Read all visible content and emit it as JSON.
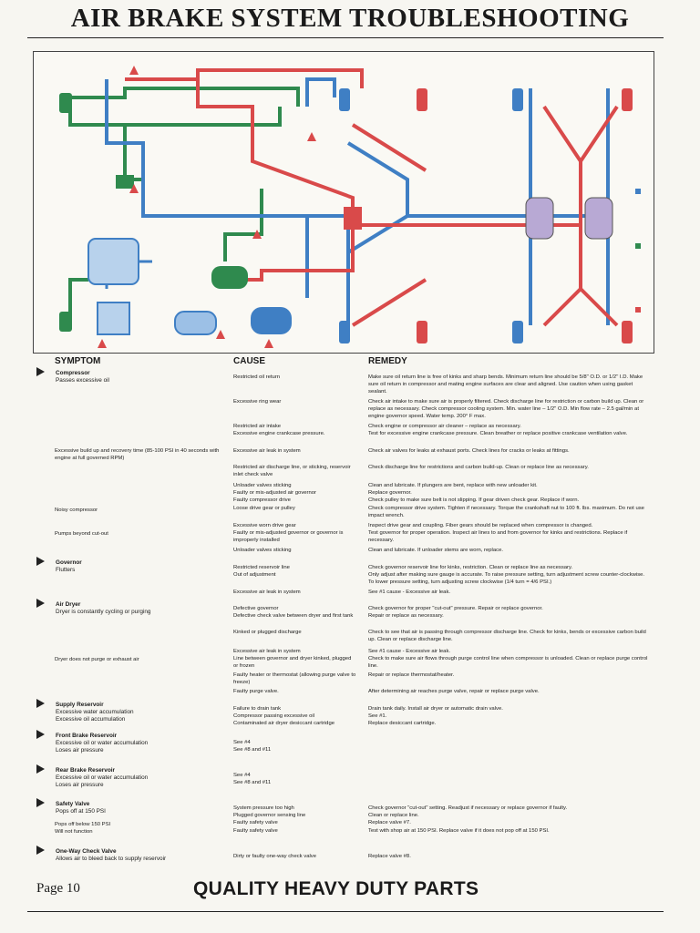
{
  "title": "AIR BRAKE SYSTEM TROUBLESHOOTING",
  "columns": {
    "symptom": "SYMPTOM",
    "cause": "CAUSE",
    "remedy": "REMEDY"
  },
  "rows": {
    "compressor_head": "Compressor",
    "compressor_sub": "Passes excessive oil",
    "c1": "Restricted oil return",
    "r1": "Make sure oil return line is free of kinks and sharp bends. Minimum return line should be 5/8\" O.D. or 1/2\" I.D. Make sure oil return in compressor and mating engine surfaces are clear and aligned. Use caution when using gasket sealant.",
    "c2": "Excessive ring wear",
    "r2": "Check air intake to make sure air is properly filtered. Check discharge line for restriction or carbon build up. Clean or replace as necessary. Check compressor cooling system. Min. water line – 1/2\" O.D. Min flow rate – 2.5 gal/min at engine governor speed. Water temp. 200° F max.",
    "c3": "Restricted air intake",
    "r3": "Check engine or compressor air cleaner – replace as necessary.",
    "c4": "Excessive engine crankcase pressure.",
    "r4": "Test for excessive engine crankcase pressure. Clean breather or replace positive crankcase ventilation valve.",
    "s5": "Excessive build up and recovery time (85-100 PSI in 40 seconds with engine at full governed RPM)",
    "c5": "Excessive air leak in system",
    "r5": "Check air valves for leaks at exhaust ports. Check lines for cracks or leaks at fittings.",
    "c6": "Restricted air discharge line, or sticking, reservoir inlet check valve",
    "r6": "Check discharge line for restrictions and carbon build-up. Clean or replace line as necessary.",
    "c7": "Unloader valves sticking",
    "r7": "Clean and lubricate. If plungers are bent, replace with new unloader kit.",
    "c8": "Faulty or mis-adjusted air governor",
    "r8": "Replace governor.",
    "c9": "Faulty compressor drive",
    "r9": "Check pulley to make sure belt is not slipping. If gear driven check gear. Replace if worn.",
    "s10": "Noisy compressor",
    "c10": "Loose drive gear or pulley",
    "r10": "Check compressor drive system. Tighten if necessary. Torque the crankshaft nut to 100 ft. lbs. maximum. Do not use impact wrench.",
    "c11": "Excessive worn drive gear",
    "r11": "Inspect drive gear and coupling. Fiber gears should be replaced when compressor is changed.",
    "s12": "Pumps beyond cut-out",
    "c12": "Faulty or mis-adjusted governor or governor is improperly installed",
    "r12": "Test governor for proper operation. Inspect air lines to and from governor for kinks and restrictions. Replace if necessary.",
    "c13": "Unloader valves sticking",
    "r13": "Clean and lubricate. If unloader stems are worn, replace.",
    "governor_head": "Governor",
    "governor_sub": "Flutters",
    "c14": "Restricted reservoir line",
    "r14": "Check governor reservoir line for kinks, restriction. Clean or replace line as necessary.",
    "c15": "Out of adjustment",
    "r15": "Only adjust after making sure gauge is accurate. To raise pressure setting, turn adjustment screw counter-clockwise. To lower pressure setting, turn adjusting screw clockwise (1/4 turn = 4/6 PSI.)",
    "c16": "Excessive air leak in system",
    "r16": "See #1 cause - Excessive air leak.",
    "dryer_head": "Air Dryer",
    "dryer_sub": "Dryer is constantly cycling or purging",
    "c17": "Defective governor",
    "r17": "Check governor for proper \"cut-out\" pressure. Repair or replace governor.",
    "c18": "Defective check valve between dryer and first tank",
    "r18": "Repair or replace as necessary.",
    "c19": "Kinked or plugged discharge",
    "r19": "Check to see that air is passing through compressor discharge line. Check for kinks, bends or excessive carbon build up. Clean or replace discharge line.",
    "c20": "Excessive air leak in system",
    "r20": "See #1 cause - Excessive air leak.",
    "s21": "Dryer does not purge or exhaust air",
    "c21": "Line between governor and dryer kinked, plugged or frozen",
    "r21": "Check to make sure air flows through purge control line when compressor is unloaded. Clean or replace purge control line.",
    "c22": "Faulty heater or thermostat (allowing purge valve to freeze)",
    "r22": "Repair or replace thermostat/heater.",
    "c23": "Faulty purge valve.",
    "r23": "After determining air reaches purge valve, repair or replace purge valve.",
    "supply_head": "Supply Reservoir",
    "supply_sub1": "Excessive water accumulation",
    "supply_sub2": "Excessive oil accumulation",
    "c24": "Failure to drain tank",
    "r24": "Drain tank daily. Install air dryer or automatic drain valve.",
    "c25": "Compressor passing excessive oil",
    "r25": "See #1.",
    "c26": "Contaminated air dryer desiccant cartridge",
    "r26": "Replace desiccant cartridge.",
    "front_head": "Front Brake Reservoir",
    "front_sub1": "Excessive oil or water accumulation",
    "front_sub2": "Loses air pressure",
    "c27": "See #4",
    "c28": "See #8 and #11",
    "rear_head": "Rear Brake Reservoir",
    "rear_sub1": "Excessive oil or water accumulation",
    "rear_sub2": "Loses air pressure",
    "c29": "See #4",
    "c30": "See #8 and #11",
    "safety_head": "Safety Valve",
    "safety_sub": "Pops off at 150 PSI",
    "c31": "System pressure too high",
    "r31": "Check governor \"cut-out\" setting. Readjust if necessary or replace governor if faulty.",
    "c32": "Plugged governor sensing line",
    "r32": "Clean or replace line.",
    "c33": "Faulty safety valve",
    "r33": "Replace valve #7.",
    "s34": "Pops off below 150 PSI",
    "s35": "Will not function",
    "c35": "Faulty safety valve",
    "r35": "Test with shop air at 150 PSI. Replace valve if it does not pop off at 150 PSI.",
    "oneway_head": "One-Way Check Valve",
    "oneway_sub": "Allows air to bleed back to supply reservoir",
    "c36": "Dirty or faulty one-way check valve",
    "r36": "Replace valve #8."
  },
  "footer": {
    "page": "Page 10",
    "brand": "QUALITY HEAVY DUTY PARTS"
  },
  "colors": {
    "primary_air": "#3f7fc4",
    "secondary_air": "#d94a4a",
    "supply_air": "#2f8a4e",
    "parking": "#c9c9c9"
  }
}
